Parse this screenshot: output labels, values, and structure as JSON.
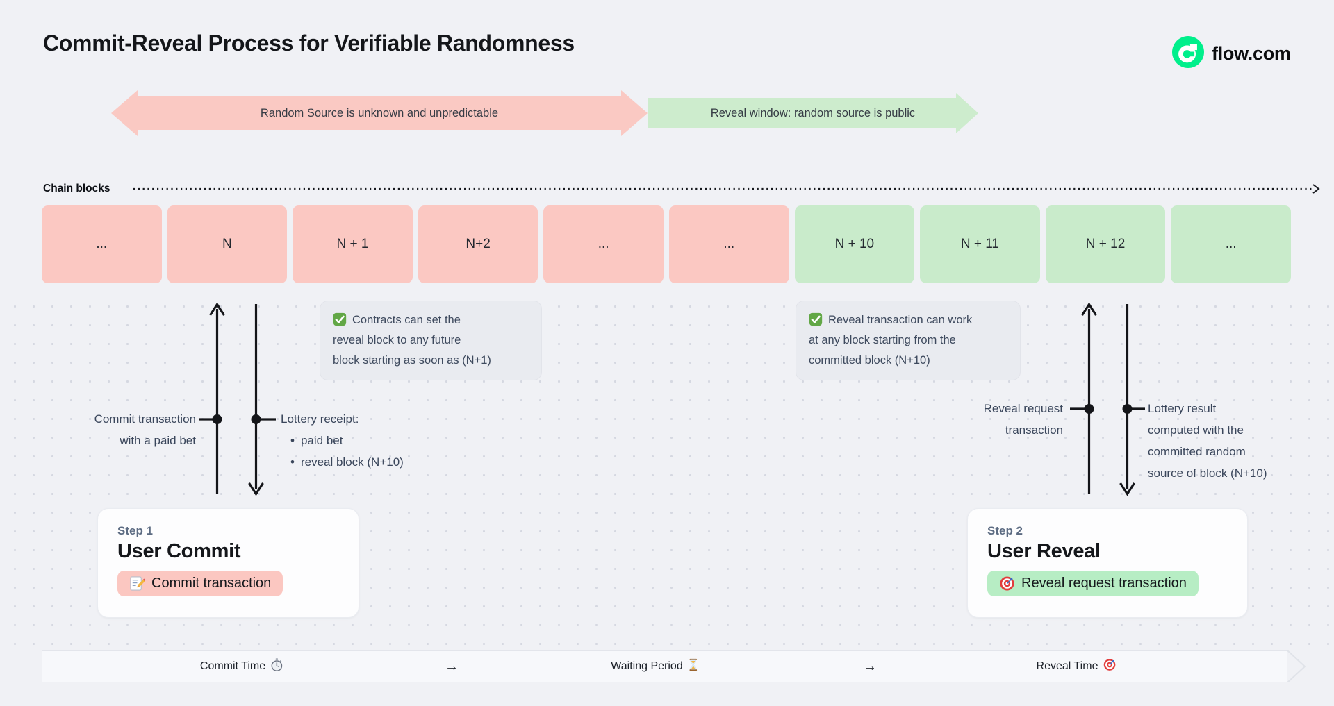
{
  "page": {
    "title": "Commit-Reveal Process for Verifiable Randomness"
  },
  "logo": {
    "text": "flow.com",
    "icon": "flow-logo-icon",
    "brand_color": "#00ef8b"
  },
  "phase_arrows": {
    "commit": {
      "label": "Random Source is unknown and unpredictable",
      "color": "#fac9c3"
    },
    "reveal": {
      "label": "Reveal window: random source is public",
      "color": "#cdeccd"
    }
  },
  "chain": {
    "label": "Chain blocks",
    "blocks": [
      {
        "label": "...",
        "phase": "commit"
      },
      {
        "label": "N",
        "phase": "commit"
      },
      {
        "label": "N + 1",
        "phase": "commit"
      },
      {
        "label": "N+2",
        "phase": "commit"
      },
      {
        "label": "...",
        "phase": "commit"
      },
      {
        "label": "...",
        "phase": "commit"
      },
      {
        "label": "N + 10",
        "phase": "reveal"
      },
      {
        "label": "N + 11",
        "phase": "reveal"
      },
      {
        "label": "N + 12",
        "phase": "reveal"
      },
      {
        "label": "...",
        "phase": "reveal"
      }
    ],
    "commit_color": "#fbc8c2",
    "reveal_color": "#c9ebcb"
  },
  "notes": {
    "left": {
      "icon": "check-icon",
      "lines": [
        "Contracts can set the",
        "reveal block to any future",
        "block starting as soon as (N+1)"
      ]
    },
    "right": {
      "icon": "check-icon",
      "lines": [
        "Reveal transaction can work",
        "at any block starting from the",
        "committed block (N+10)"
      ]
    }
  },
  "annotations": {
    "commit_tx": {
      "lines": [
        "Commit transaction",
        "with a paid bet"
      ]
    },
    "lottery_receipt": {
      "title": "Lottery receipt:",
      "bullets": [
        "paid bet",
        "reveal block (N+10)"
      ]
    },
    "reveal_request": {
      "lines": [
        "Reveal request",
        "transaction"
      ]
    },
    "lottery_result": {
      "lines": [
        "Lottery result",
        "computed with the",
        "committed random",
        "source of block (N+10)"
      ]
    }
  },
  "steps": {
    "step1": {
      "kicker": "Step 1",
      "title": "User Commit",
      "button": {
        "icon": "memo-icon",
        "label": "Commit transaction",
        "color": "#fbc7c1"
      }
    },
    "step2": {
      "kicker": "Step 2",
      "title": "User Reveal",
      "button": {
        "icon": "target-icon",
        "label": "Reveal request transaction",
        "color": "#b7edc4"
      }
    }
  },
  "timeline": {
    "items": [
      {
        "label": "Commit Time",
        "icon": "stopwatch-icon"
      },
      {
        "label": "→",
        "icon": ""
      },
      {
        "label": "Waiting Period",
        "icon": "hourglass-icon"
      },
      {
        "label": "→",
        "icon": ""
      },
      {
        "label": "Reveal Time",
        "icon": "target-icon"
      }
    ]
  }
}
